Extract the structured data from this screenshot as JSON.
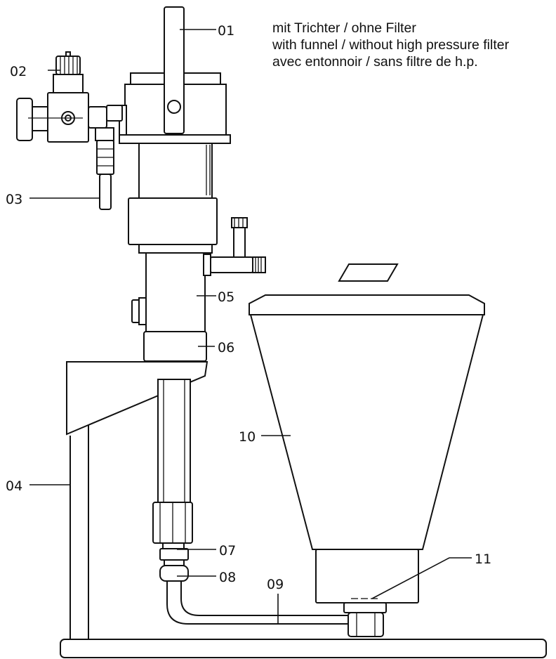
{
  "caption": {
    "line_de": "mit Trichter / ohne Filter",
    "line_en": "with funnel / without high pressure filter",
    "line_fr": "avec entonnoir / sans filtre de h.p."
  },
  "parts": {
    "p01": "01",
    "p02": "02",
    "p03": "03",
    "p04": "04",
    "p05": "05",
    "p06": "06",
    "p07": "07",
    "p08": "08",
    "p09": "09",
    "p10": "10",
    "p11": "11"
  }
}
